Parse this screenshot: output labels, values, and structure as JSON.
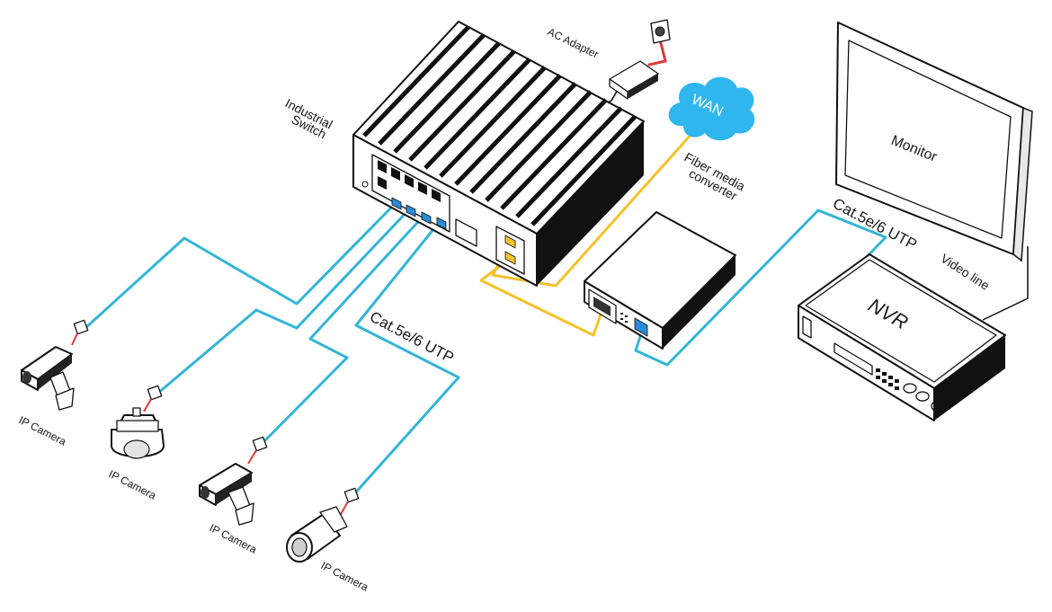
{
  "colors": {
    "ethernet_cable": "#33b5d8",
    "fiber_cable": "#f5c22b",
    "power_cable": "#e23a3a",
    "wan_cloud": "#2fb6ee",
    "port_blue": "#2a8bd6",
    "port_yellow": "#f5c22b",
    "outline": "#111111"
  },
  "labels": {
    "switch_line1": "Industrial",
    "switch_line2": "Switch",
    "ac_adapter": "AC Adapter",
    "wan": "WAN",
    "fiber_line1": "Fiber media",
    "fiber_line2": "converter",
    "monitor": "Monitor",
    "nvr": "NVR",
    "cable_top": "Cat.5e/6 UTP",
    "cable_bottom": "Cat.5e/6 UTP",
    "video_line": "Video line",
    "camera_1": "IP Camera",
    "camera_2": "IP Camera",
    "camera_3": "IP Camera",
    "camera_4": "IP Camera"
  },
  "icons": {
    "switch": "industrial-switch-icon",
    "adapter": "power-adapter-icon",
    "outlet": "wall-outlet-icon",
    "cloud": "cloud-icon",
    "converter": "media-converter-icon",
    "monitor": "monitor-icon",
    "nvr": "nvr-recorder-icon",
    "box_camera": "box-camera-icon",
    "dome_camera": "dome-camera-icon",
    "bullet_camera": "bullet-camera-icon",
    "rj45": "rj45-connector-icon"
  }
}
